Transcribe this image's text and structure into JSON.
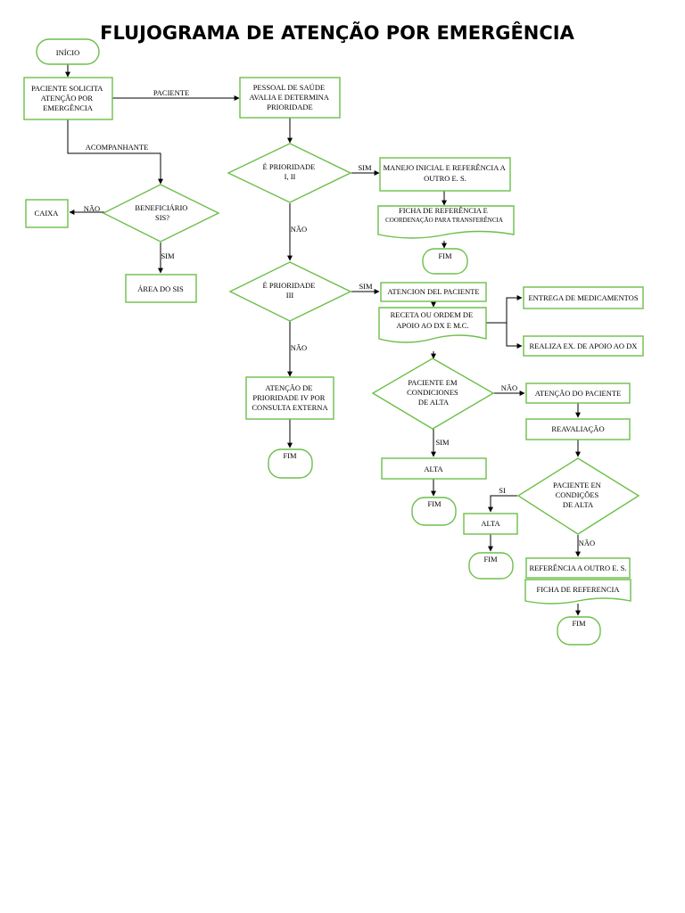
{
  "title": "FLUJOGRAMA DE ATENÇÃO POR EMERGÊNCIA",
  "colors": {
    "node_border": "#6cbf4a",
    "arrow": "#000000",
    "background": "#ffffff"
  },
  "nodes": {
    "inicio": "INÍCIO",
    "paciente_solicita": [
      "PACIENTE SOLICITA",
      "ATENÇÃO POR",
      "EMERGÊNCIA"
    ],
    "pessoal_saude": [
      "PESSOAL DE SAÚDE",
      "AVALIA E DETERMINA",
      "PRIORIDADE"
    ],
    "prioridade_1_2": [
      "É PRIORIDADE",
      "I, II"
    ],
    "manejo_inicial": [
      "MANEJO INICIAL E REFERÊNCIA A",
      "OUTRO E. S."
    ],
    "ficha_ref_coord": [
      "FICHA DE REFERÊNCIA E",
      "COORDENAÇÃO PARA TRANSFERÊNCIA"
    ],
    "fim_1": "FIM",
    "beneficiario": [
      "BENEFICIÁRIO",
      "SIS?"
    ],
    "caixa": "CAIXA",
    "area_sis": "ÁREA DO SIS",
    "prioridade_3": [
      "É PRIORIDADE",
      "III"
    ],
    "atencion_paciente": "ATENCION DEL PACIENTE",
    "receta": [
      "RECETA OU ORDEM DE",
      "APOIO AO DX E M.C."
    ],
    "entrega_medicamentos": "ENTREGA DE MEDICAMENTOS",
    "realiza_ex": "REALIZA EX. DE APOIO AO DX",
    "atencao_prioridade_4": [
      "ATENÇÃO DE",
      "PRIORIDADE IV POR",
      "CONSULTA EXTERNA"
    ],
    "fim_2": "FIM",
    "paciente_condiciones": [
      "PACIENTE EM",
      "CONDICIONES",
      "DE ALTA"
    ],
    "atencao_paciente": "ATENÇÃO DO PACIENTE",
    "alta_1": "ALTA",
    "fim_3": "FIM",
    "reavaliacao": "REAVALIAÇÃO",
    "paciente_condicoes": [
      "PACIENTE EN",
      "CONDIÇÕES",
      "DE ALTA"
    ],
    "alta_2": "ALTA",
    "fim_4": "FIM",
    "referencia_outro": "REFERÊNCIA A OUTRO E. S.",
    "ficha_referencia": "FICHA DE REFERENCIA",
    "fim_5": "FIM"
  },
  "edge_labels": {
    "paciente": "PACIENTE",
    "acompanhante": "ACOMPANHANTE",
    "sim_1": "SIM",
    "nao_1": "NÃO",
    "nao_benef": "NÃO",
    "sim_benef": "SIM",
    "sim_3": "SIM",
    "nao_3": "NÃO",
    "nao_alta": "NÃO",
    "sim_alta": "SIM",
    "si": "SI",
    "nao_final": "NÃO"
  }
}
